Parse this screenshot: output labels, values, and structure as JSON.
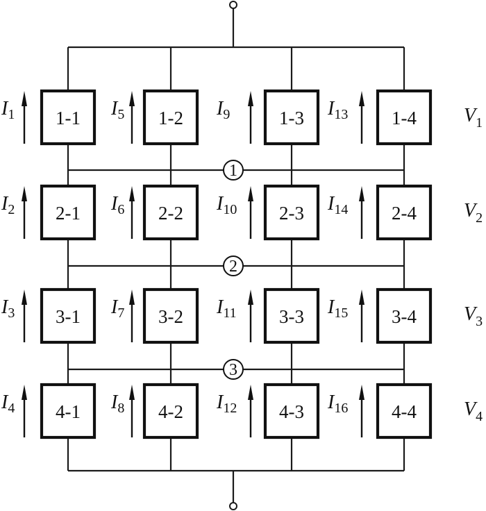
{
  "diagram": {
    "type": "cell-array-circuit",
    "grid": {
      "rows": 4,
      "columns": 4
    },
    "cells": [
      [
        "1-1",
        "1-2",
        "1-3",
        "1-4"
      ],
      [
        "2-1",
        "2-2",
        "2-3",
        "2-4"
      ],
      [
        "3-1",
        "3-2",
        "3-3",
        "3-4"
      ],
      [
        "4-1",
        "4-2",
        "4-3",
        "4-4"
      ]
    ],
    "currents": [
      [
        {
          "sym": "I",
          "sub": "1"
        },
        {
          "sym": "I",
          "sub": "5"
        },
        {
          "sym": "I",
          "sub": "9"
        },
        {
          "sym": "I",
          "sub": "13"
        }
      ],
      [
        {
          "sym": "I",
          "sub": "2"
        },
        {
          "sym": "I",
          "sub": "6"
        },
        {
          "sym": "I",
          "sub": "10"
        },
        {
          "sym": "I",
          "sub": "14"
        }
      ],
      [
        {
          "sym": "I",
          "sub": "3"
        },
        {
          "sym": "I",
          "sub": "7"
        },
        {
          "sym": "I",
          "sub": "11"
        },
        {
          "sym": "I",
          "sub": "15"
        }
      ],
      [
        {
          "sym": "I",
          "sub": "4"
        },
        {
          "sym": "I",
          "sub": "8"
        },
        {
          "sym": "I",
          "sub": "12"
        },
        {
          "sym": "I",
          "sub": "16"
        }
      ]
    ],
    "voltages": [
      {
        "sym": "V",
        "sub": "1"
      },
      {
        "sym": "V",
        "sub": "2"
      },
      {
        "sym": "V",
        "sub": "3"
      },
      {
        "sym": "V",
        "sub": "4"
      }
    ],
    "nodes": [
      "1",
      "2",
      "3"
    ],
    "current_direction": "up",
    "terminals": [
      "top",
      "bottom"
    ]
  }
}
